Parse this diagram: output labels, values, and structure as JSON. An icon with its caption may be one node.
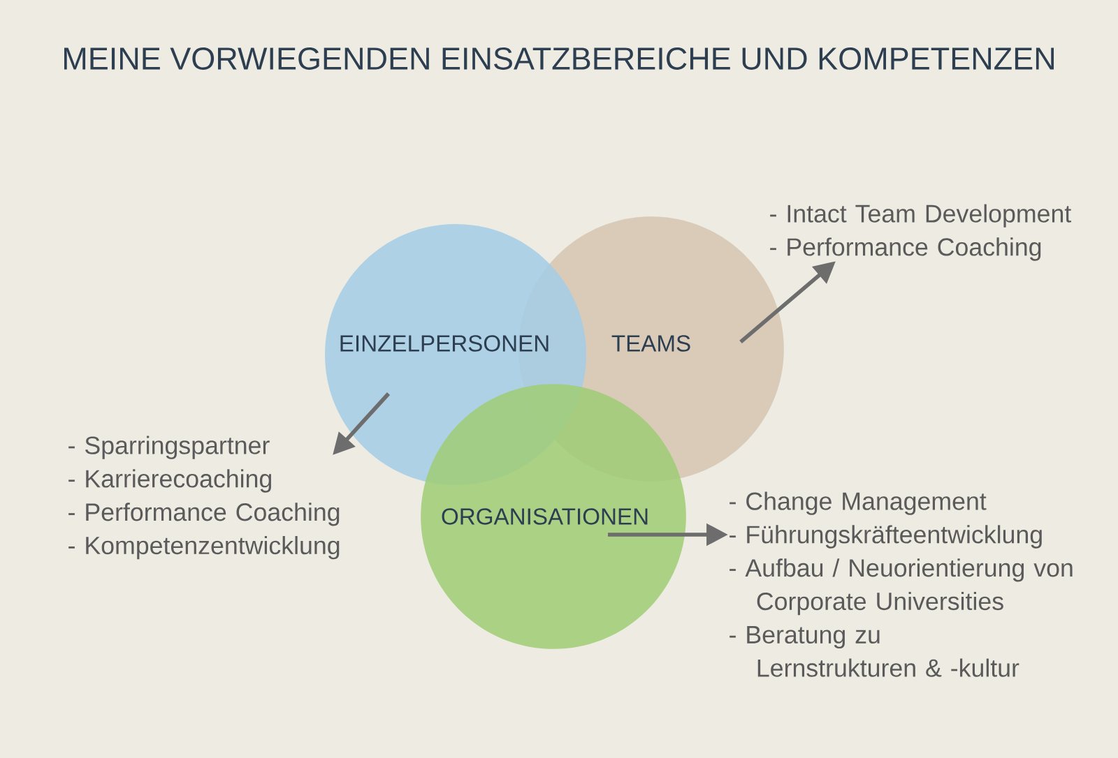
{
  "diagram": {
    "title": "MEINE VORWIEGENDEN EINSATZBEREICHE UND KOMPETENZEN",
    "nodes": [
      {
        "text": [
          "EINZELPERSONEN"
        ]
      },
      {
        "text": [
          "TEAMS"
        ]
      },
      {
        "text": [
          "ORGANISATIONEN"
        ]
      },
      {
        "text": [
          "- Sparringspartner",
          "- Karrierecoaching",
          "- Performance Coaching",
          "- Kompetenzentwicklung"
        ]
      },
      {
        "text": [
          "- Intact Team Development",
          "- Performance Coaching"
        ]
      },
      {
        "text": [
          "- Change Management",
          "- Führungskräfteentwicklung",
          "- Aufbau / Neuorientierung von Corporate Universities",
          "- Beratung zu Lernstrukturen & -kultur"
        ]
      }
    ],
    "edges": [
      {
        "from": 0,
        "to": 3,
        "arrow": "to"
      },
      {
        "from": 1,
        "to": 4,
        "arrow": "to"
      },
      {
        "from": 2,
        "to": 5,
        "arrow": "to"
      }
    ]
  }
}
